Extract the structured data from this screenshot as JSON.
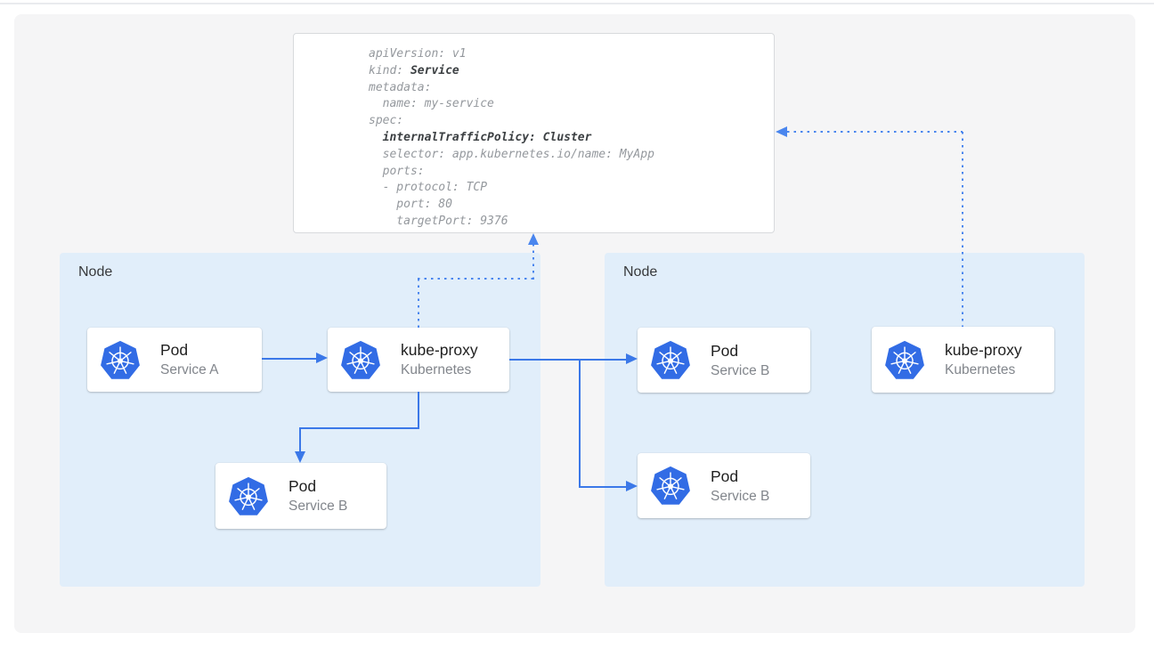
{
  "yaml": {
    "l1": "apiVersion: v1",
    "l2a": "kind: ",
    "l2b": "Service",
    "l3": "metadata:",
    "l4": "  name: my-service",
    "l5": "spec:",
    "l6a": "  ",
    "l6b": "internalTrafficPolicy: Cluster",
    "l7": "  selector: app.kubernetes.io/name: MyApp",
    "l8": "  ports:",
    "l9": "  - protocol: TCP",
    "l10": "    port: 80",
    "l11": "    targetPort: 9376"
  },
  "nodes": {
    "left": {
      "label": "Node"
    },
    "right": {
      "label": "Node"
    }
  },
  "cards": {
    "pod_a": {
      "title": "Pod",
      "subtitle": "Service A"
    },
    "kube_proxy_left": {
      "title": "kube-proxy",
      "subtitle": "Kubernetes"
    },
    "pod_b_left": {
      "title": "Pod",
      "subtitle": "Service B"
    },
    "pod_b_right_top": {
      "title": "Pod",
      "subtitle": "Service B"
    },
    "pod_b_right_bottom": {
      "title": "Pod",
      "subtitle": "Service B"
    },
    "kube_proxy_right": {
      "title": "kube-proxy",
      "subtitle": "Kubernetes"
    }
  },
  "icons": {
    "kubernetes": "kubernetes-wheel-icon"
  },
  "colors": {
    "kubernetes_blue": "#326ce5",
    "solid_arrow_blue": "#3b78e8",
    "dotted_arrow_blue": "#4a86ee",
    "node_background": "#e1eefa",
    "panel_background": "#f5f5f6",
    "yaml_regular_text": "#94989d",
    "yaml_bold_text": "#3c4043"
  }
}
